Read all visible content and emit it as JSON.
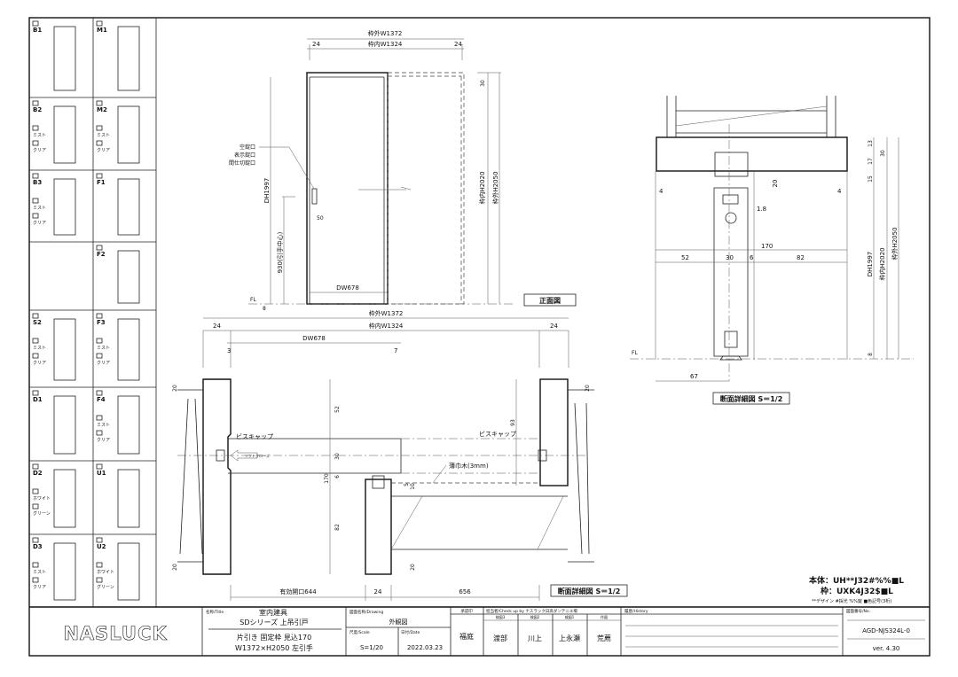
{
  "left_panel": {
    "cells": [
      {
        "code": "B1",
        "options": []
      },
      {
        "code": "M1",
        "options": []
      },
      {
        "code": "B2",
        "options": [
          "ミスト",
          "クリア"
        ]
      },
      {
        "code": "M2",
        "options": [
          "ミスト",
          "クリア"
        ]
      },
      {
        "code": "B3",
        "options": [
          "ミスト",
          "クリア"
        ]
      },
      {
        "code": "F1",
        "options": []
      },
      {
        "code": "",
        "options": []
      },
      {
        "code": "F2",
        "options": []
      },
      {
        "code": "S2",
        "options": [
          "ミスト",
          "クリア"
        ]
      },
      {
        "code": "F3",
        "options": [
          "ミスト",
          "クリア"
        ]
      },
      {
        "code": "D1",
        "options": []
      },
      {
        "code": "F4",
        "options": [
          "ミスト",
          "クリア"
        ]
      },
      {
        "code": "D2",
        "options": [
          "ホワイト",
          "グリーン"
        ]
      },
      {
        "code": "U1",
        "options": []
      },
      {
        "code": "D3",
        "options": [
          "ミスト",
          "クリア"
        ]
      },
      {
        "code": "U2",
        "options": [
          "ホワイト",
          "グリーン"
        ]
      }
    ]
  },
  "front_view": {
    "dim_outer_w": "枠外W1372",
    "dim_inner_w": "枠内W1324",
    "dim_side_l": "24",
    "dim_side_r": "24",
    "dim_top": "30",
    "dim_inner_h": "枠内H2020",
    "dim_outer_h": "枠外H2050",
    "dim_dh": "DH1997",
    "dim_handle": "930(引手中心)",
    "dim_50": "50",
    "dim_dw": "DW678",
    "dim_floor": "8",
    "fl": "FL",
    "lock_labels": [
      "空錠口",
      "表示錠口",
      "間仕切錠口"
    ],
    "label": "正面図"
  },
  "plan_section": {
    "dim_outer_w": "枠外W1372",
    "dim_inner_w": "枠内W1324",
    "dim_l": "24",
    "dim_r": "24",
    "dim_dw": "DW678",
    "dim_3": "3",
    "dim_7": "7",
    "dim_20a": "20",
    "dim_20b": "20",
    "dim_20c": "20",
    "dim_20d": "20",
    "dim_52": "52",
    "dim_30": "30",
    "dim_6": "6",
    "dim_170": "170",
    "dim_82": "82",
    "dim_93": "93",
    "dim_5": "5",
    "dim_10": "10",
    "screw_cap_l": "ビスキャップ",
    "screw_cap_r": "ビスキャップ",
    "soft_close": "ソフトクローズ",
    "thin_wood": "薄巾木(3mm)",
    "dim_opening": "有効開口644",
    "dim_24": "24",
    "dim_656": "656",
    "label": "断面詳細図 S＝1/2"
  },
  "vertical_section": {
    "dim_13": "13",
    "dim_17": "17",
    "dim_15": "15",
    "dim_30": "30",
    "dim_20": "20",
    "dim_18": "1.8",
    "dim_4l": "4",
    "dim_4r": "4",
    "dim_170": "170",
    "dim_52": "52",
    "dim_30b": "30",
    "dim_6": "6",
    "dim_82": "82",
    "dim_dh": "DH1997",
    "dim_inner_h": "枠内H2020",
    "dim_outer_h": "枠外H2050",
    "dim_8": "8",
    "dim_67": "67",
    "fl": "FL",
    "label": "断面詳細図 S＝1/2"
  },
  "spec": {
    "body": "本体：UH**J32#%%■L",
    "frame": "枠：UXK4J32$■L",
    "legend": "**デザイン  #採光  %%錠  ■色記号(3桁)"
  },
  "title_block": {
    "logo": "NASLUCK",
    "title_label": "名称/Title",
    "title_1": "室内建具",
    "title_2": "SDシリーズ 上吊引戸",
    "desc_1": "片引き 固定枠 見込170",
    "desc_2": "W1372×H2050 左引手",
    "drawing_label": "図面名称/Drawing",
    "drawing_name": "外観図",
    "scale_label": "尺度/Scale",
    "scale": "S=1/20",
    "date_label": "日付/Date",
    "date": "2022.03.23",
    "approval_label": "承認印",
    "approval": "福庭",
    "check_label": "担当者/Check up by ナスラック日高ダンテニエ場",
    "checkers": [
      {
        "role": "検図3",
        "name": "渡部"
      },
      {
        "role": "検図2",
        "name": "川上"
      },
      {
        "role": "検図1",
        "name": "上永瀬"
      },
      {
        "role": "作図",
        "name": "荒薦"
      }
    ],
    "history_label": "履歴/History",
    "number_label": "図面番号/No.",
    "number": "AGD-NJS324L-0",
    "version": "ver. 4.30"
  }
}
